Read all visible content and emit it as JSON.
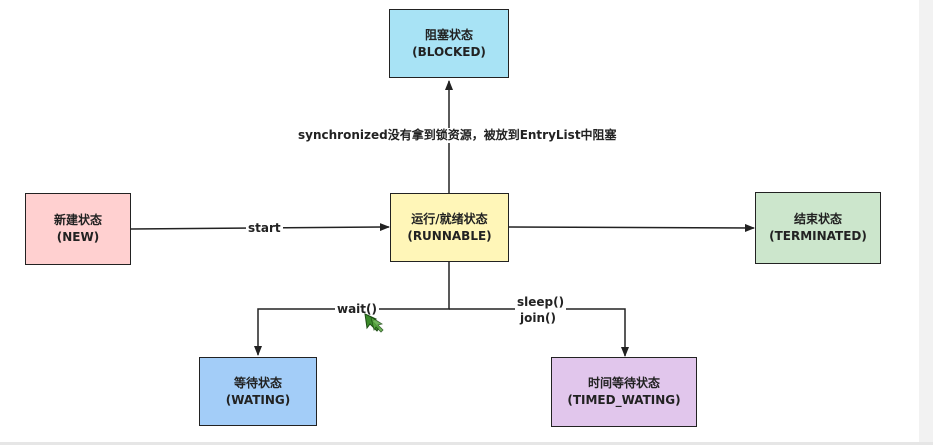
{
  "nodes": {
    "blocked": {
      "line1": "阻塞状态",
      "line2": "(BLOCKED)",
      "color": "#a8e3f5"
    },
    "new": {
      "line1": "新建状态",
      "line2": "(NEW)",
      "color": "#ffd0d0"
    },
    "runnable": {
      "line1": "运行/就绪状态",
      "line2": "(RUNNABLE)",
      "color": "#fff6b8"
    },
    "terminated": {
      "line1": "结束状态",
      "line2": "(TERMINATED)",
      "color": "#cce6cc"
    },
    "waiting": {
      "line1": "等待状态",
      "line2": "(WATING)",
      "color": "#a3cdf8"
    },
    "timed": {
      "line1": "时间等待状态",
      "line2": "(TIMED_WATING)",
      "color": "#e1c6ec"
    }
  },
  "edges": {
    "blocked_label": "synchronized没有拿到锁资源，被放到EntryList中阻塞",
    "start_label": "start",
    "wait_label": "wait()",
    "sleep_label": "sleep()",
    "join_label": "join()"
  },
  "colors": {
    "line": "#222222",
    "cursor": "#3a8a2a"
  }
}
